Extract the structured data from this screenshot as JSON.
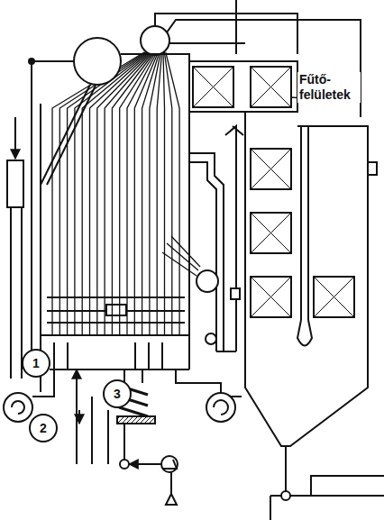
{
  "diagram": {
    "nodes": [
      {
        "text": [
          "1"
        ]
      },
      {
        "text": [
          "2"
        ]
      },
      {
        "text": [
          "3"
        ]
      }
    ],
    "labels": [
      "Fűtő- felületek"
    ]
  }
}
